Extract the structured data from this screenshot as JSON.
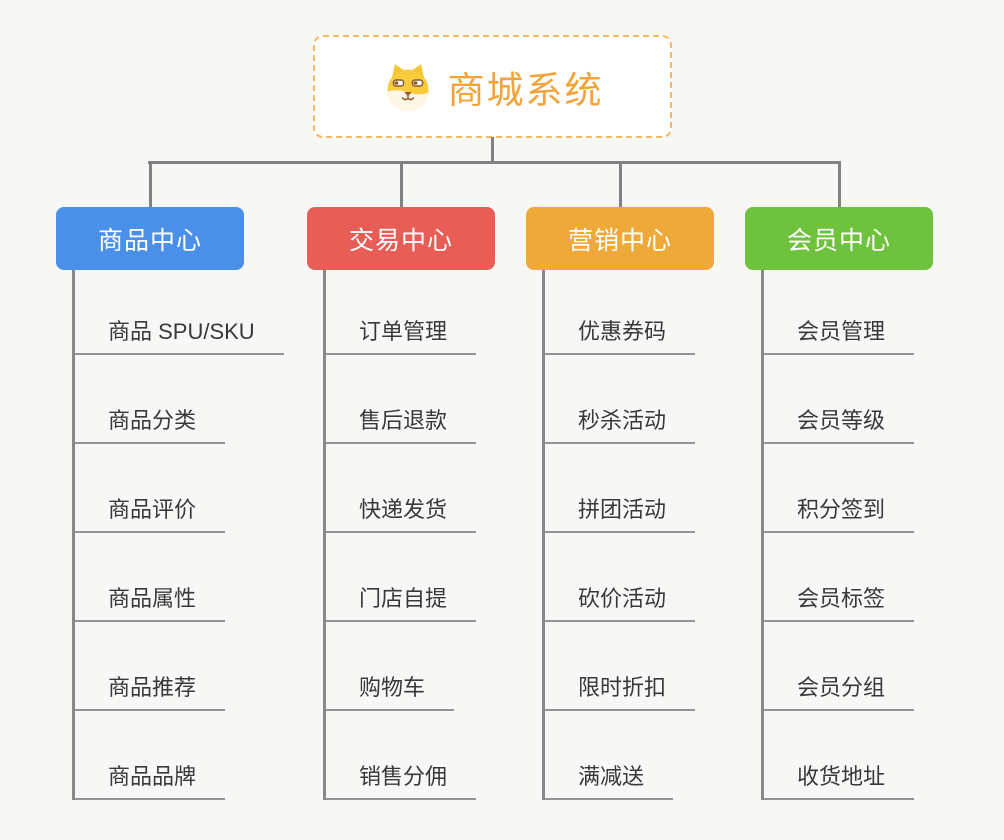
{
  "page": {
    "background_color": "#f7f7f6",
    "connector_color": "#828282"
  },
  "root": {
    "label": "商城系统",
    "icon": "shiba-dog-face-icon",
    "text_color": "#f2a43b",
    "border_color": "#f3b95f",
    "background_color": "#ffffff"
  },
  "branches": [
    {
      "label": "商品中心",
      "color": "#4b90e8",
      "children": [
        "商品 SPU/SKU",
        "商品分类",
        "商品评价",
        "商品属性",
        "商品推荐",
        "商品品牌"
      ]
    },
    {
      "label": "交易中心",
      "color": "#e85e57",
      "children": [
        "订单管理",
        "售后退款",
        "快递发货",
        "门店自提",
        "购物车",
        "销售分佣"
      ]
    },
    {
      "label": "营销中心",
      "color": "#efa93b",
      "children": [
        "优惠券码",
        "秒杀活动",
        "拼团活动",
        "砍价活动",
        "限时折扣",
        "满减送"
      ]
    },
    {
      "label": "会员中心",
      "color": "#6fc23d",
      "children": [
        "会员管理",
        "会员等级",
        "积分签到",
        "会员标签",
        "会员分组",
        "收货地址"
      ]
    }
  ]
}
